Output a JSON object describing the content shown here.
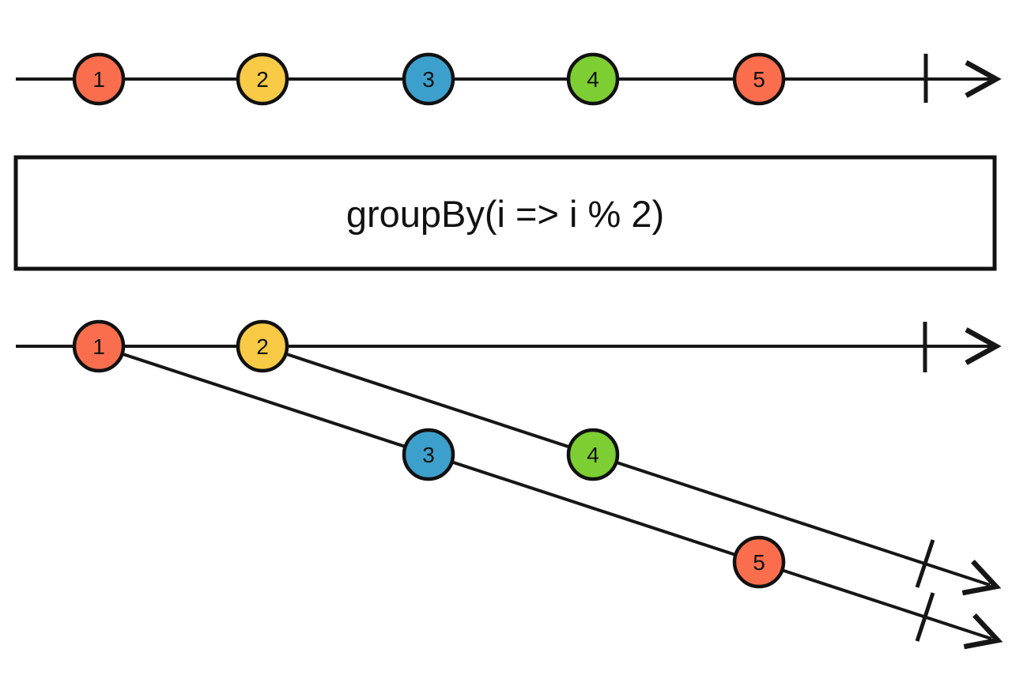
{
  "operator": {
    "label": "groupBy(i => i % 2)"
  },
  "palette": {
    "red": "#FA6E4E",
    "yellow": "#F8CA46",
    "blue": "#3DA0CC",
    "green": "#7DCE32",
    "line": "#161616"
  },
  "input_stream": {
    "marbles": [
      {
        "label": "1",
        "color": "#FA6E4E"
      },
      {
        "label": "2",
        "color": "#F8CA46"
      },
      {
        "label": "3",
        "color": "#3DA0CC"
      },
      {
        "label": "4",
        "color": "#7DCE32"
      },
      {
        "label": "5",
        "color": "#FA6E4E"
      }
    ]
  },
  "output_stream": {
    "timeline_marbles": [
      {
        "label": "1",
        "color": "#FA6E4E"
      },
      {
        "label": "2",
        "color": "#F8CA46"
      }
    ],
    "group_timelines": [
      {
        "origin_label": "1",
        "marbles": [
          {
            "label": "3",
            "color": "#3DA0CC"
          },
          {
            "label": "5",
            "color": "#FA6E4E"
          }
        ]
      },
      {
        "origin_label": "2",
        "marbles": [
          {
            "label": "4",
            "color": "#7DCE32"
          }
        ]
      }
    ]
  }
}
